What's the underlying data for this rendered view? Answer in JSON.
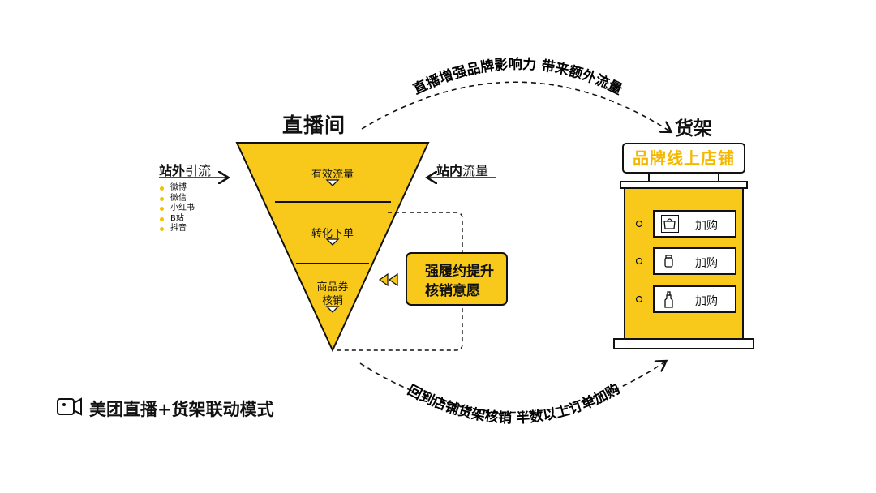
{
  "diagram": {
    "title_live_room": "直播间",
    "title_shelf": "货架",
    "top_arc_text": "直播增强品牌影响力 带来额外流量",
    "bottom_arc_text": "回到店铺货架核销  半数以上订单加购",
    "external_traffic": {
      "bold": "站外",
      "rest": "引流",
      "sources": [
        "微博",
        "微信",
        "小红书",
        "B站",
        "抖音"
      ]
    },
    "internal_traffic": {
      "bold": "站内",
      "rest": "流量"
    },
    "funnel_stages": [
      "有效流量",
      "转化下单",
      "商品券",
      "核销"
    ],
    "callout": {
      "line1": "强履约提升",
      "line2": "核销意愿"
    },
    "store": {
      "sign": "品牌线上店铺",
      "add_buttons": [
        "加购",
        "加购",
        "加购"
      ],
      "product_icons": [
        "bag-icon",
        "bottle-icon",
        "spray-bottle-icon"
      ]
    },
    "footer_title": "美团直播+货架联动模式",
    "colors": {
      "accent": "#f8c91a",
      "line": "#111111"
    }
  }
}
